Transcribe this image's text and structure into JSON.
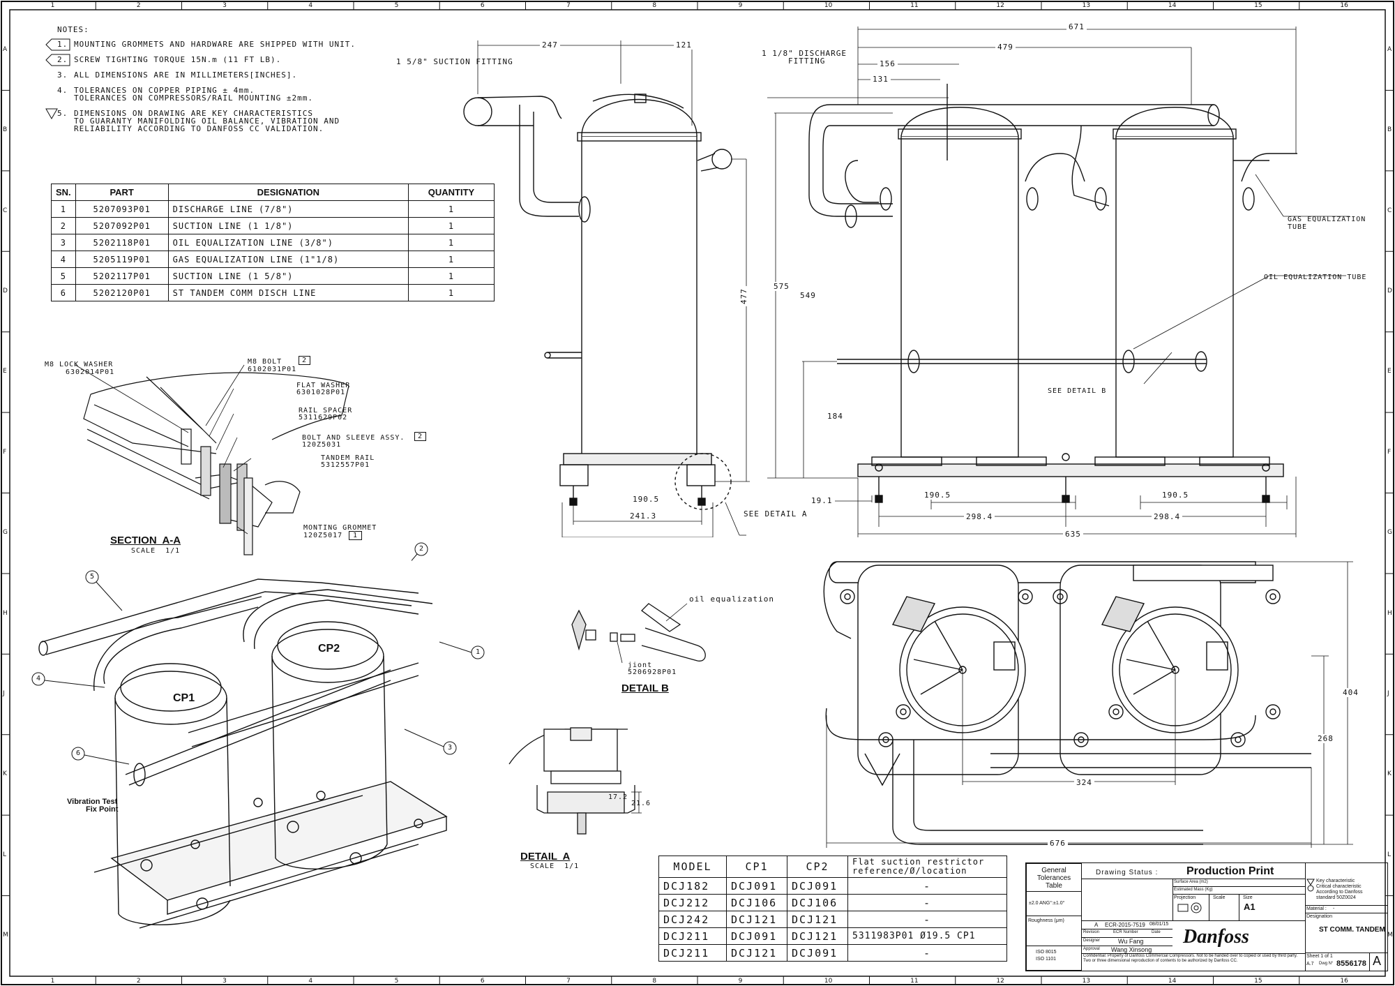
{
  "border": {
    "col_labels": [
      "1",
      "2",
      "3",
      "4",
      "5",
      "6",
      "7",
      "8",
      "9",
      "10",
      "11",
      "12",
      "13",
      "14",
      "15",
      "16"
    ],
    "row_labels": [
      "A",
      "B",
      "C",
      "D",
      "E",
      "F",
      "G",
      "H",
      "J",
      "K",
      "L",
      "M"
    ]
  },
  "notes": {
    "heading": "NOTES:",
    "items": [
      {
        "num": "1.",
        "text": "MOUNTING GROMMETS AND HARDWARE ARE SHIPPED WITH UNIT."
      },
      {
        "num": "2.",
        "text": "SCREW TIGHTING TORQUE 15N.m (11 FT LB)."
      },
      {
        "num": "3.",
        "text": "ALL DIMENSIONS ARE IN MILLIMETERS[INCHES]."
      },
      {
        "num": "4.",
        "text": "TOLERANCES ON COPPER PIPING ± 4mm.",
        "text2": "TOLERANCES ON COMPRESSORS/RAIL MOUNTING ±2mm."
      },
      {
        "num": "5.",
        "text": "DIMENSIONS ON DRAWING ARE KEY CHARACTERISTICS",
        "text2": "TO GUARANTY MANIFOLDING OIL BALANCE, VIBRATION AND",
        "text3": "RELIABILITY ACCORDING TO DANFOSS CC VALIDATION."
      }
    ]
  },
  "parts_table": {
    "headers": [
      "SN.",
      "PART",
      "DESIGNATION",
      "QUANTITY"
    ],
    "rows": [
      [
        "1",
        "5207093P01",
        "DISCHARGE LINE (7/8\")",
        "1"
      ],
      [
        "2",
        "5207092P01",
        "SUCTION LINE (1 1/8\")",
        "1"
      ],
      [
        "3",
        "5202118P01",
        "OIL EQUALIZATION LINE (3/8\")",
        "1"
      ],
      [
        "4",
        "5205119P01",
        "GAS EQUALIZATION LINE (1\"1/8)",
        "1"
      ],
      [
        "5",
        "5202117P01",
        "SUCTION LINE (1 5/8\")",
        "1"
      ],
      [
        "6",
        "5202120P01",
        "ST TANDEM COMM DISCH LINE",
        "1"
      ]
    ]
  },
  "section_aa": {
    "title": "SECTION  A-A",
    "scale": "SCALE  1/1",
    "labels": {
      "lock_washer": "M8 LOCK WASHER",
      "lock_washer_pn": "6302014P01",
      "bolt": "M8 BOLT",
      "bolt_pn": "6102031P01",
      "bolt_note": "2",
      "flat_washer": "FLAT WASHER",
      "flat_washer_pn": "6301028P01",
      "rail_spacer": "RAIL SPACER",
      "rail_spacer_pn": "5311629P02",
      "bolt_sleeve": "BOLT AND SLEEVE ASSY.",
      "bolt_sleeve_pn": "120Z5031",
      "bolt_sleeve_note": "2",
      "tandem_rail": "TANDEM RAIL",
      "tandem_rail_pn": "5312557P01",
      "grommet": "MONTING GROMMET",
      "grommet_pn": "120Z5017",
      "grommet_note": "1"
    }
  },
  "iso_view": {
    "balloons": [
      "1",
      "2",
      "3",
      "4",
      "5",
      "6"
    ],
    "cp1": "CP1",
    "cp2": "CP2",
    "vibration": "Vibration Test",
    "vibration2": "Fix Point"
  },
  "side_view": {
    "suction_fitting": "1 5/8\" SUCTION FITTING",
    "discharge_fitting": "1 1/8\" DISCHARGE",
    "discharge_fitting2": "FITTING",
    "dims": {
      "d247": "247",
      "d121": "121",
      "d477": "477",
      "d190": "190.5",
      "d241": "241.3"
    },
    "see_detail_a": "SEE DETAIL  A"
  },
  "front_view": {
    "dims": {
      "d671": "671",
      "d479": "479",
      "d156": "156",
      "d131": "131",
      "d575": "575",
      "d549": "549",
      "d184": "184",
      "d19": "19.1",
      "d190a": "190.5",
      "d190b": "190.5",
      "d298a": "298.4",
      "d298b": "298.4",
      "d635": "635"
    },
    "gas_eq": "GAS EQUALIZATION",
    "gas_eq2": "TUBE",
    "oil_eq": "OIL EQUALIZATION TUBE",
    "see_detail_b": "SEE DETAIL B"
  },
  "top_view": {
    "dims": {
      "d404": "404",
      "d268": "268",
      "d324": "324",
      "d676": "676"
    }
  },
  "detail_b": {
    "title": "DETAIL B",
    "oil": "oil equalization",
    "joint": "jiont",
    "joint_pn": "5206928P01"
  },
  "detail_a": {
    "title": "DETAIL  A",
    "scale": "SCALE  1/1",
    "d17": "17.2",
    "d21": "21.6"
  },
  "model_table": {
    "headers": [
      "MODEL",
      "CP1",
      "CP2",
      "Flat suction restrictor",
      "reference/Ø/location"
    ],
    "rows": [
      [
        "DCJ182",
        "DCJ091",
        "DCJ091",
        "-"
      ],
      [
        "DCJ212",
        "DCJ106",
        "DCJ106",
        "-"
      ],
      [
        "DCJ242",
        "DCJ121",
        "DCJ121",
        "-"
      ],
      [
        "DCJ211",
        "DCJ091",
        "DCJ121",
        "5311983P01 Ø19.5 CP1"
      ],
      [
        "DCJ211",
        "DCJ121",
        "DCJ091",
        "-"
      ]
    ]
  },
  "title_block": {
    "general": "General",
    "tolerances": "Tolerances",
    "table": "Table",
    "tol_value": "±2.0  ANG°:±1.0°",
    "roughness": "Roughness (μm)",
    "iso1": "ISO 8015",
    "iso2": "ISO 1101",
    "drawing_status_label": "Drawing Status :",
    "drawing_status": "Production Print",
    "surface_area": "Surface Area (m2)",
    "estimated_mass": "Estimated Mass (Kg)",
    "projection": "Projection",
    "scale_label": "Scale",
    "size_label": "Size",
    "size": "A1",
    "revision_letter": "A",
    "ecr": "ECR-2015-7519",
    "ecr_date": "08/01/15",
    "revision_label": "Revision",
    "ecr_label": "ECR Number",
    "date_label": "Date",
    "designer_label": "Designer",
    "designer": "Wu Fang",
    "approval_label": "Approval",
    "approval": "Wang Xinsong",
    "brand": "Danfoss",
    "confidential": "Confidential: Property of Danfoss Commercial Compressors. Not to be handed over to copied or used by third party. Two or three dimensional reproduction of contents to be authorized by Danfoss CC.",
    "key_char": "Key characteristic",
    "crit_char": "Critical characteristic",
    "according": "According to Danfoss",
    "standard": "standard 50Z0024",
    "material_label": "Material :",
    "material": "-",
    "designation_label": "Designation",
    "designation": "ST COMM. TANDEM",
    "sheet": "Sheet 1 of 1",
    "a7": "A.7",
    "dwg_label": "Dwg N°",
    "dwg_no": "8556178",
    "rev_big": "A"
  }
}
